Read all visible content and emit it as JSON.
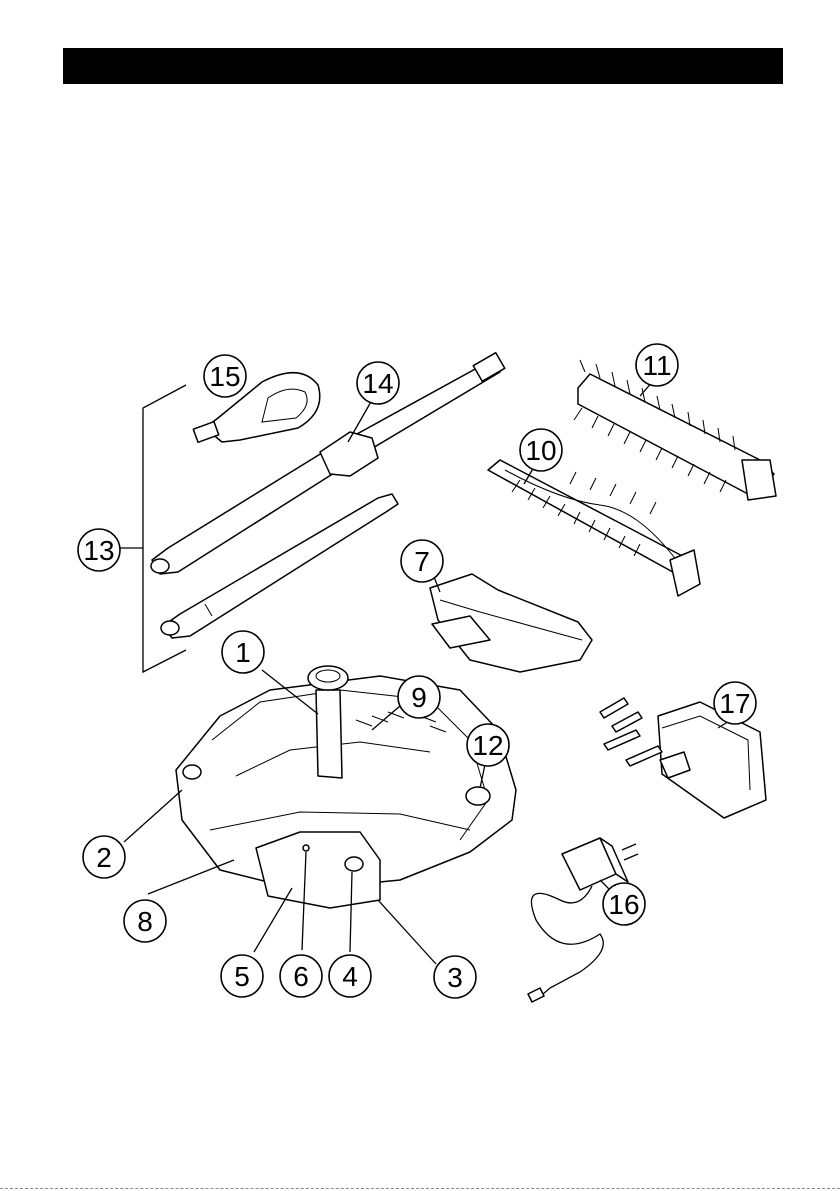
{
  "header": {
    "bar_color": "#000000"
  },
  "callouts": {
    "c1": "1",
    "c2": "2",
    "c3": "3",
    "c4": "4",
    "c5": "5",
    "c6": "6",
    "c7": "7",
    "c8": "8",
    "c9": "9",
    "c10": "10",
    "c11": "11",
    "c12": "12",
    "c13": "13",
    "c14": "14",
    "c15": "15",
    "c16": "16",
    "c17": "17"
  }
}
